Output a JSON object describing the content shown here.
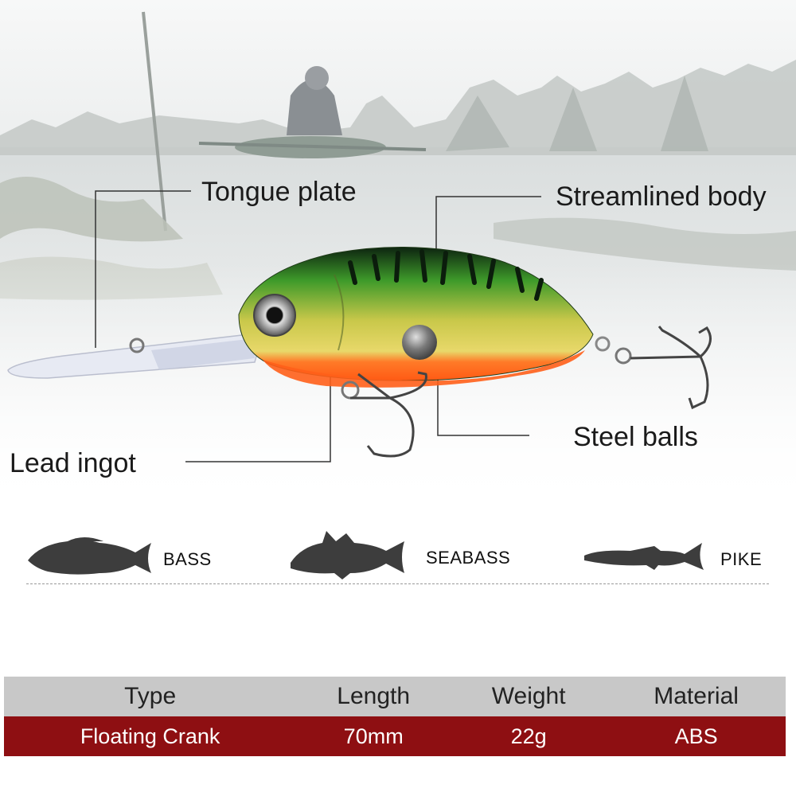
{
  "callouts": {
    "tongue_plate": "Tongue plate",
    "streamlined_body": "Streamlined body",
    "steel_balls": "Steel balls",
    "lead_ingot": "Lead ingot"
  },
  "target_fish": [
    {
      "name": "BASS",
      "icon": "bass-silhouette-icon"
    },
    {
      "name": "SEABASS",
      "icon": "seabass-silhouette-icon"
    },
    {
      "name": "PIKE",
      "icon": "pike-silhouette-icon"
    }
  ],
  "specs": {
    "headers": [
      "Type",
      "Length",
      "Weight",
      "Material"
    ],
    "values": [
      "Floating Crank",
      "70mm",
      "22g",
      "ABS"
    ]
  },
  "colors": {
    "header_bg": "#c8c8c8",
    "value_bg": "#8e0f12",
    "lure_green": "#3e9a2a",
    "lure_orange": "#ff6a1c"
  }
}
